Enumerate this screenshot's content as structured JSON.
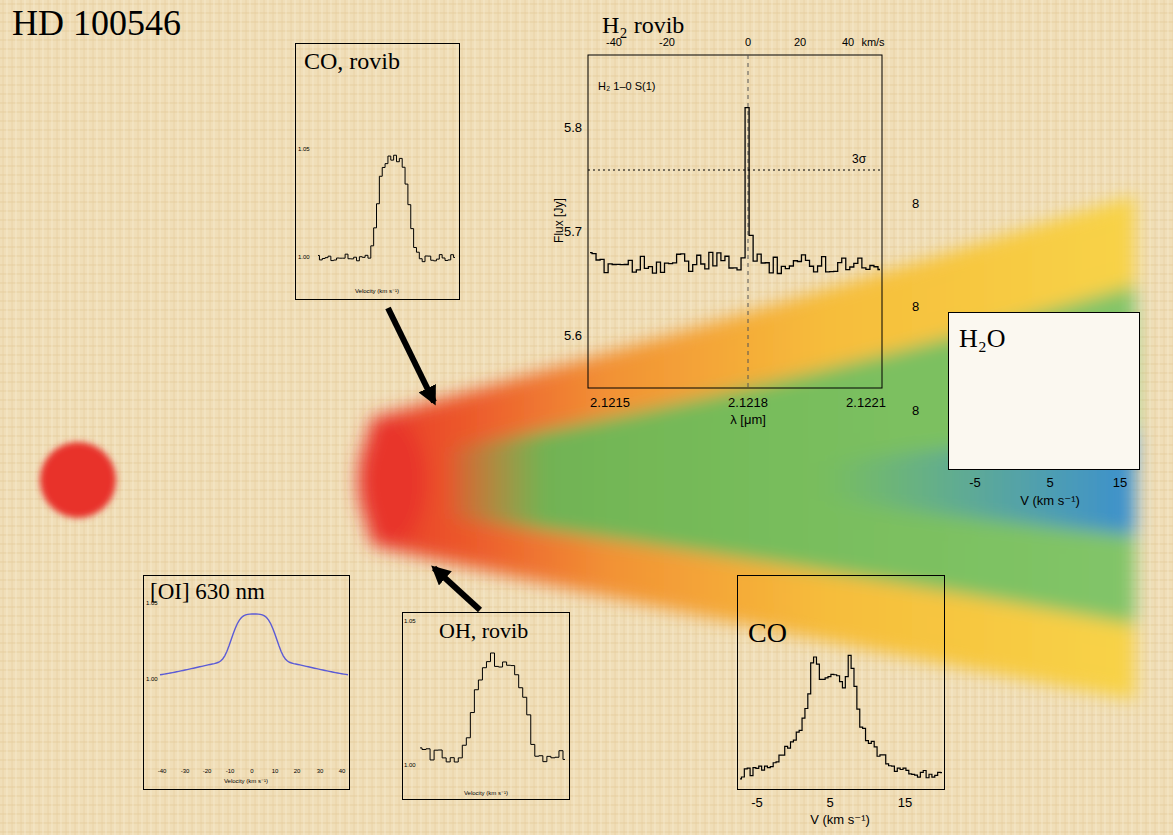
{
  "diagram": {
    "title": "HD 100546",
    "nodes": [
      {
        "text": [
          "CO, rovib"
        ]
      },
      {
        "text": [
          "H₂ rovib"
        ]
      },
      {
        "text": [
          "H₂O"
        ]
      },
      {
        "text": [
          "[OI] 630 nm"
        ]
      },
      {
        "text": [
          "OH, rovib"
        ]
      },
      {
        "text": [
          "CO"
        ]
      }
    ],
    "labels": [
      "-40",
      "-20",
      "0",
      "20",
      "40",
      "km/s",
      "5.8",
      "5.7",
      "5.6",
      "Flux [Jy]",
      "H₂ 1–0 S(1)",
      "3σ",
      "2.1215",
      "2.1218",
      "2.1221",
      "λ [μm]",
      "8",
      "8",
      "8",
      "-5",
      "5",
      "15",
      "V (km s⁻¹)",
      "-5",
      "5",
      "15",
      "V (km s⁻¹)",
      "1.05",
      "1.00",
      "Velocity (km s⁻¹)",
      "1.05",
      "1.00",
      "-40",
      "-30",
      "-20",
      "-10",
      "0",
      "10",
      "20",
      "30",
      "40",
      "Velocity (km s⁻¹)",
      "1.05",
      "1.00",
      "Velocity (km s⁻¹)"
    ]
  }
}
